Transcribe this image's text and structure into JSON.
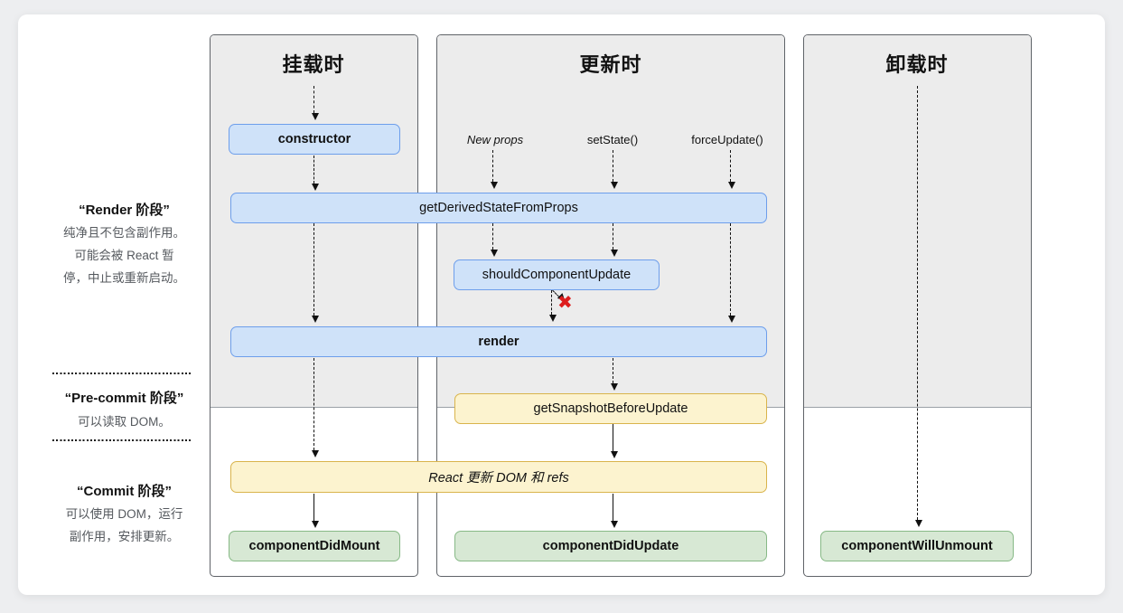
{
  "diagram": {
    "columns": [
      {
        "title": "挂载时"
      },
      {
        "title": "更新时"
      },
      {
        "title": "卸载时"
      }
    ],
    "triggers": [
      {
        "label": "New props"
      },
      {
        "label": "setState()"
      },
      {
        "label": "forceUpdate()"
      }
    ],
    "phases": [
      {
        "title": "“Render 阶段”",
        "desc": "纯净且不包含副作用。\n可能会被 React 暂\n停，中止或重新启动。"
      },
      {
        "title": "“Pre-commit 阶段”",
        "desc": "可以读取 DOM。"
      },
      {
        "title": "“Commit 阶段”",
        "desc": "可以使用 DOM，运行\n副作用，安排更新。"
      }
    ],
    "nodes": {
      "constructor": "constructor",
      "getDerivedStateFromProps": "getDerivedStateFromProps",
      "shouldComponentUpdate": "shouldComponentUpdate",
      "render": "render",
      "getSnapshotBeforeUpdate": "getSnapshotBeforeUpdate",
      "reactUpdates": "React 更新 DOM 和 refs",
      "componentDidMount": "componentDidMount",
      "componentDidUpdate": "componentDidUpdate",
      "componentWillUnmount": "componentWillUnmount"
    },
    "icons": {
      "reject_x": "✖"
    },
    "colors": {
      "node_blue_fill": "#cfe2f9",
      "node_blue_border": "#6d9eeb",
      "node_yellow_fill": "#fcf3cf",
      "node_yellow_border": "#d9b44c",
      "node_green_fill": "#d7e8d4",
      "node_green_border": "#87b986",
      "panel_gray_fill": "#ececec",
      "panel_border": "#5f6368",
      "reject_x_red": "#dd1d1d"
    }
  }
}
